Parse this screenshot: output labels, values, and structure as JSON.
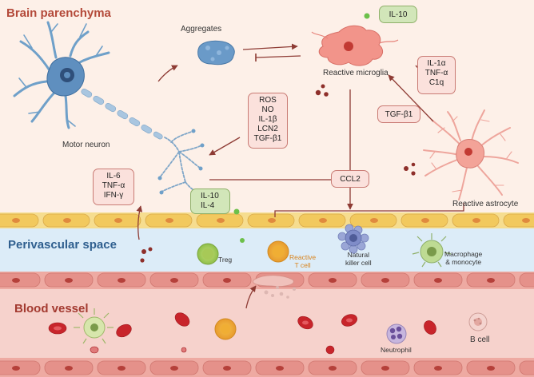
{
  "regions": {
    "brain": "Brain parenchyma",
    "perivascular": "Perivascular space",
    "blood": "Blood vessel"
  },
  "cells": {
    "aggregates": "Aggregates",
    "reactive_microglia": "Reactive microglia",
    "motor_neuron": "Motor neuron",
    "reactive_astrocyte": "Reactive astrocyte",
    "treg": "Treg",
    "reactive_t_cell": [
      "Reactive",
      "T cell"
    ],
    "nk_cell": [
      "Natural",
      "killer cell"
    ],
    "macrophage": [
      "Macrophage",
      "& monocyte"
    ],
    "neutrophil": "Neutrophil",
    "b_cell": "B cell"
  },
  "mediators": {
    "il10_top": "IL-10",
    "microglia_to_astro": [
      "IL-1α",
      "TNF-α",
      "C1q"
    ],
    "tgf_b1": "TGF-β1",
    "ros_list": [
      "ROS",
      "NO",
      "IL-1β",
      "LCN2",
      "TGF-β1"
    ],
    "ccl2": "CCL2",
    "th_cytokines": [
      "IL-6",
      "TNF-α",
      "IFN-γ"
    ],
    "il10_il4": [
      "IL-10",
      "IL-4"
    ]
  },
  "colors": {
    "arrow": "#8e3b34",
    "pink_box": "#fbe1dc",
    "green_box": "#d2e6b9",
    "perivascular_band": "#dcecf8",
    "blood_band": "#f6d2cc"
  }
}
